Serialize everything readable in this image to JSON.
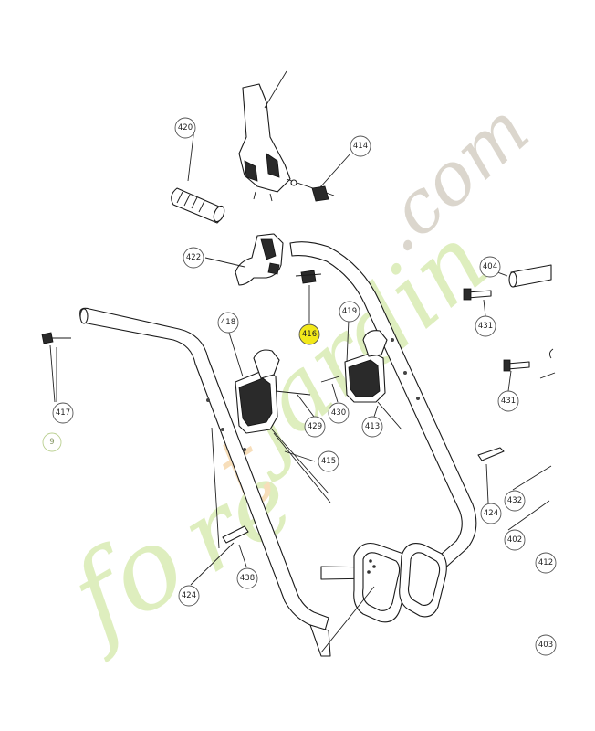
{
  "callouts": [
    {
      "id": "c420",
      "label": "420"
    },
    {
      "id": "c414",
      "label": "414"
    },
    {
      "id": "c422",
      "label": "422"
    },
    {
      "id": "c404",
      "label": "404"
    },
    {
      "id": "c416",
      "label": "416"
    },
    {
      "id": "c418",
      "label": "418"
    },
    {
      "id": "c419",
      "label": "419"
    },
    {
      "id": "c431a",
      "label": "431"
    },
    {
      "id": "c431b",
      "label": "431"
    },
    {
      "id": "c417",
      "label": "417"
    },
    {
      "id": "c417b",
      "label": "9"
    },
    {
      "id": "c429",
      "label": "429"
    },
    {
      "id": "c430",
      "label": "430"
    },
    {
      "id": "c413",
      "label": "413"
    },
    {
      "id": "c415",
      "label": "415"
    },
    {
      "id": "c432",
      "label": "432"
    },
    {
      "id": "c424a",
      "label": "424"
    },
    {
      "id": "c402",
      "label": "402"
    },
    {
      "id": "c412",
      "label": "412"
    },
    {
      "id": "c424b",
      "label": "424"
    },
    {
      "id": "c438",
      "label": "438"
    },
    {
      "id": "c403",
      "label": "403"
    }
  ],
  "highlight_color": "#f2e81a",
  "watermarks": {
    "brand_text": "foretjardin.com",
    "brand_first": "foret",
    "brand_second": "jardin",
    "brand_third": ".com",
    "colors": {
      "first": "#d8eab0",
      "second": "#f6d9b0",
      "third": "#d4cec3"
    }
  }
}
